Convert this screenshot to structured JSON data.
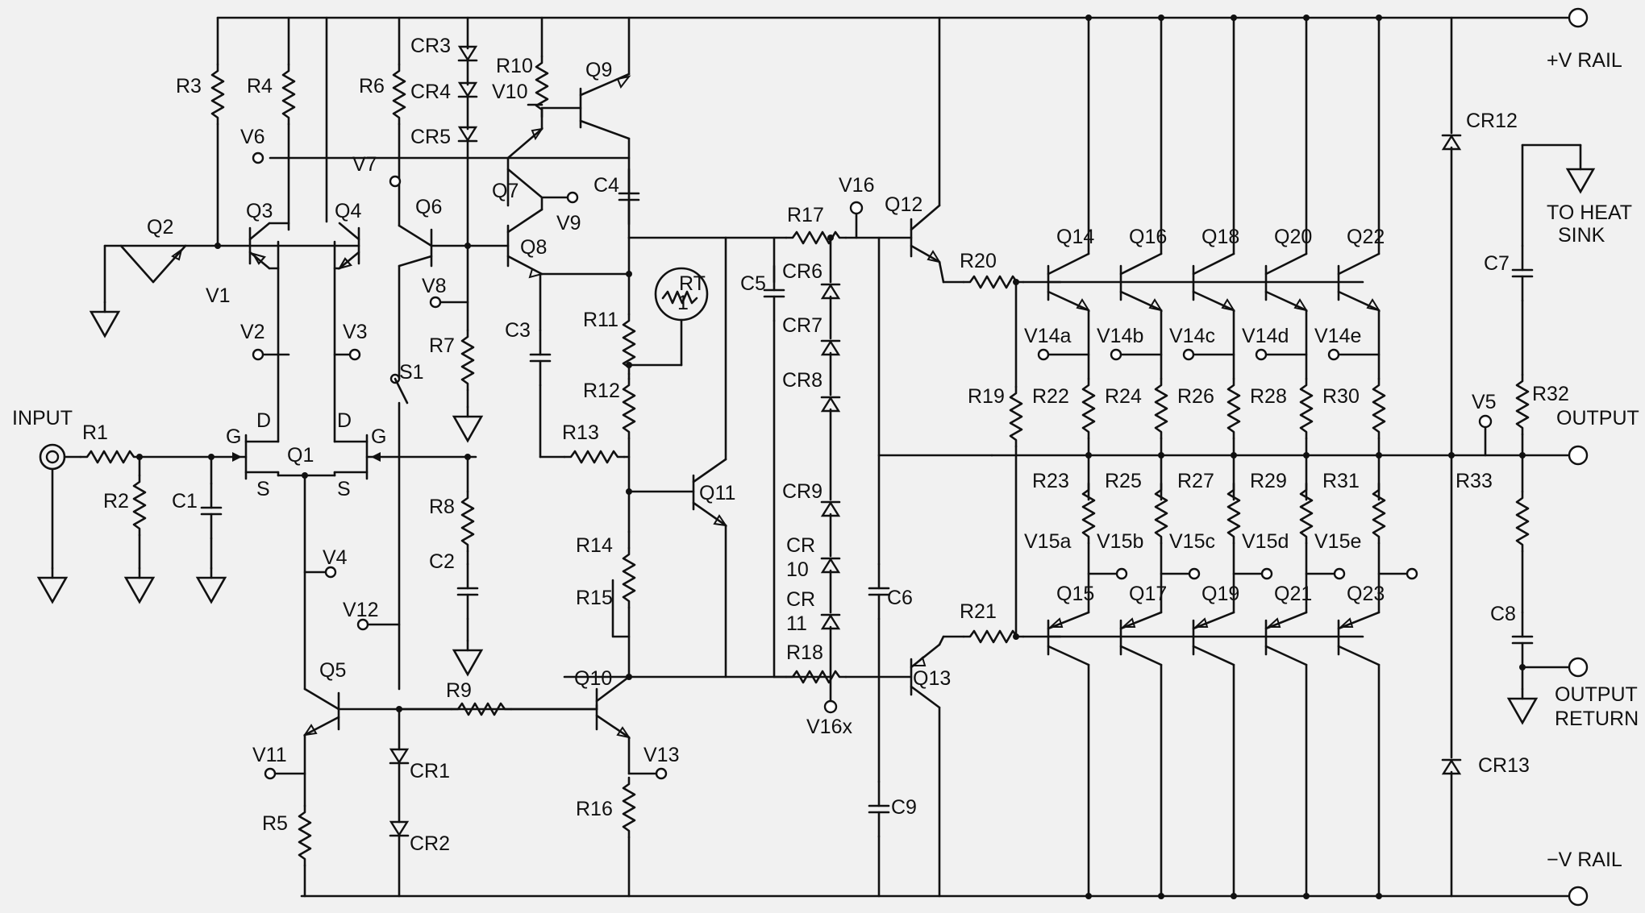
{
  "terminals": {
    "input": "INPUT",
    "v_rail_pos": "+V RAIL",
    "v_rail_neg": "−V RAIL",
    "output": "OUTPUT",
    "output_return_1": "OUTPUT",
    "output_return_2": "RETURN",
    "heat_sink_1": "TO HEAT",
    "heat_sink_2": "SINK"
  },
  "pins": {
    "g1": "G",
    "d1": "D",
    "s1": "S",
    "g2": "G",
    "d2": "D",
    "s2": "S"
  },
  "labels": [
    {
      "id": "r1",
      "text": "R1"
    },
    {
      "id": "r2",
      "text": "R2"
    },
    {
      "id": "c1",
      "text": "C1"
    },
    {
      "id": "q1",
      "text": "Q1"
    },
    {
      "id": "q2",
      "text": "Q2"
    },
    {
      "id": "r3",
      "text": "R3"
    },
    {
      "id": "v1",
      "text": "V1"
    },
    {
      "id": "q3",
      "text": "Q3"
    },
    {
      "id": "r4",
      "text": "R4"
    },
    {
      "id": "v6",
      "text": "V6"
    },
    {
      "id": "v2",
      "text": "V2"
    },
    {
      "id": "q4",
      "text": "Q4"
    },
    {
      "id": "v3",
      "text": "V3"
    },
    {
      "id": "r6",
      "text": "R6"
    },
    {
      "id": "v7",
      "text": "V7"
    },
    {
      "id": "q6",
      "text": "Q6"
    },
    {
      "id": "s1",
      "text": "S1"
    },
    {
      "id": "v8",
      "text": "V8"
    },
    {
      "id": "cr3",
      "text": "CR3"
    },
    {
      "id": "cr4",
      "text": "CR4"
    },
    {
      "id": "cr5",
      "text": "CR5"
    },
    {
      "id": "r7",
      "text": "R7"
    },
    {
      "id": "r8",
      "text": "R8"
    },
    {
      "id": "c2",
      "text": "C2"
    },
    {
      "id": "r10",
      "text": "R10"
    },
    {
      "id": "v10",
      "text": "V10"
    },
    {
      "id": "q9",
      "text": "Q9"
    },
    {
      "id": "q7",
      "text": "Q7"
    },
    {
      "id": "v9",
      "text": "V9"
    },
    {
      "id": "q8",
      "text": "Q8"
    },
    {
      "id": "c4",
      "text": "C4"
    },
    {
      "id": "c3",
      "text": "C3"
    },
    {
      "id": "r11",
      "text": "R11"
    },
    {
      "id": "rt",
      "text": "RT"
    },
    {
      "id": "rt1",
      "text": "1"
    },
    {
      "id": "r12",
      "text": "R12"
    },
    {
      "id": "r13",
      "text": "R13"
    },
    {
      "id": "q11",
      "text": "Q11"
    },
    {
      "id": "r14",
      "text": "R14"
    },
    {
      "id": "r15",
      "text": "R15"
    },
    {
      "id": "q10",
      "text": "Q10"
    },
    {
      "id": "v13",
      "text": "V13"
    },
    {
      "id": "r16",
      "text": "R16"
    },
    {
      "id": "v4",
      "text": "V4"
    },
    {
      "id": "v12",
      "text": "V12"
    },
    {
      "id": "q5",
      "text": "Q5"
    },
    {
      "id": "r9",
      "text": "R9"
    },
    {
      "id": "v11",
      "text": "V11"
    },
    {
      "id": "r5",
      "text": "R5"
    },
    {
      "id": "cr1",
      "text": "CR1"
    },
    {
      "id": "cr2",
      "text": "CR2"
    },
    {
      "id": "r17",
      "text": "R17"
    },
    {
      "id": "v16",
      "text": "V16"
    },
    {
      "id": "c5",
      "text": "C5"
    },
    {
      "id": "cr6",
      "text": "CR6"
    },
    {
      "id": "cr7",
      "text": "CR7"
    },
    {
      "id": "cr8",
      "text": "CR8"
    },
    {
      "id": "cr9",
      "text": "CR9"
    },
    {
      "id": "cr10a",
      "text": "CR"
    },
    {
      "id": "cr10b",
      "text": "10"
    },
    {
      "id": "cr11a",
      "text": "CR"
    },
    {
      "id": "cr11b",
      "text": "11"
    },
    {
      "id": "r18",
      "text": "R18"
    },
    {
      "id": "v16x",
      "text": "V16x"
    },
    {
      "id": "c6",
      "text": "C6"
    },
    {
      "id": "c9",
      "text": "C9"
    },
    {
      "id": "q12",
      "text": "Q12"
    },
    {
      "id": "r20",
      "text": "R20"
    },
    {
      "id": "q13",
      "text": "Q13"
    },
    {
      "id": "r21",
      "text": "R21"
    },
    {
      "id": "r19",
      "text": "R19"
    },
    {
      "id": "q14",
      "text": "Q14"
    },
    {
      "id": "q16",
      "text": "Q16"
    },
    {
      "id": "q18",
      "text": "Q18"
    },
    {
      "id": "q20",
      "text": "Q20"
    },
    {
      "id": "q22",
      "text": "Q22"
    },
    {
      "id": "v14a",
      "text": "V14a"
    },
    {
      "id": "v14b",
      "text": "V14b"
    },
    {
      "id": "v14c",
      "text": "V14c"
    },
    {
      "id": "v14d",
      "text": "V14d"
    },
    {
      "id": "v14e",
      "text": "V14e"
    },
    {
      "id": "r22",
      "text": "R22"
    },
    {
      "id": "r24",
      "text": "R24"
    },
    {
      "id": "r26",
      "text": "R26"
    },
    {
      "id": "r28",
      "text": "R28"
    },
    {
      "id": "r30",
      "text": "R30"
    },
    {
      "id": "r23",
      "text": "R23"
    },
    {
      "id": "r25",
      "text": "R25"
    },
    {
      "id": "r27",
      "text": "R27"
    },
    {
      "id": "r29",
      "text": "R29"
    },
    {
      "id": "r31",
      "text": "R31"
    },
    {
      "id": "v15a",
      "text": "V15a"
    },
    {
      "id": "v15b",
      "text": "V15b"
    },
    {
      "id": "v15c",
      "text": "V15c"
    },
    {
      "id": "v15d",
      "text": "V15d"
    },
    {
      "id": "v15e",
      "text": "V15e"
    },
    {
      "id": "q15",
      "text": "Q15"
    },
    {
      "id": "q17",
      "text": "Q17"
    },
    {
      "id": "q19",
      "text": "Q19"
    },
    {
      "id": "q21",
      "text": "Q21"
    },
    {
      "id": "q23",
      "text": "Q23"
    },
    {
      "id": "cr12",
      "text": "CR12"
    },
    {
      "id": "cr13",
      "text": "CR13"
    },
    {
      "id": "c7",
      "text": "C7"
    },
    {
      "id": "v5",
      "text": "V5"
    },
    {
      "id": "r32",
      "text": "R32"
    },
    {
      "id": "r33",
      "text": "R33"
    },
    {
      "id": "c8",
      "text": "C8"
    }
  ]
}
